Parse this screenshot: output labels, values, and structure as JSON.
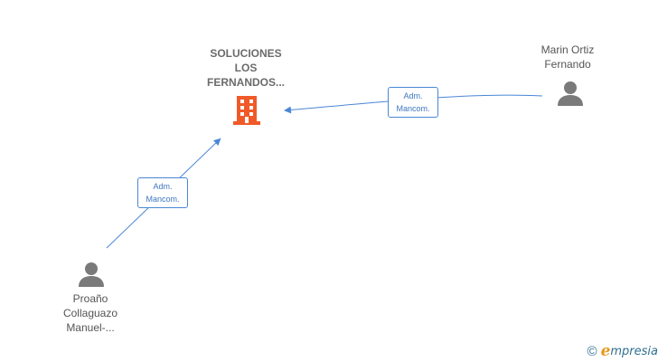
{
  "company": {
    "name_lines": [
      "SOLUCIONES",
      "LOS",
      "FERNANDOS..."
    ],
    "icon": "building-icon",
    "icon_color": "#f05a28"
  },
  "persons": [
    {
      "id": "marin",
      "name_lines": [
        "Marin Ortiz",
        "Fernando"
      ],
      "icon": "person-icon"
    },
    {
      "id": "proano",
      "name_lines": [
        "Proaño",
        "Collaguazo",
        "Manuel-..."
      ],
      "icon": "person-icon"
    }
  ],
  "edges": [
    {
      "from": "marin",
      "to": "company",
      "label_lines": [
        "Adm.",
        "Mancom."
      ]
    },
    {
      "from": "proano",
      "to": "company",
      "label_lines": [
        "Adm.",
        "Mancom."
      ]
    }
  ],
  "colors": {
    "edge": "#4a87d6",
    "person": "#7a7a7a"
  },
  "brand": {
    "copyright_symbol": "©",
    "logo_initial": "e",
    "logo_rest": "mpresia"
  }
}
